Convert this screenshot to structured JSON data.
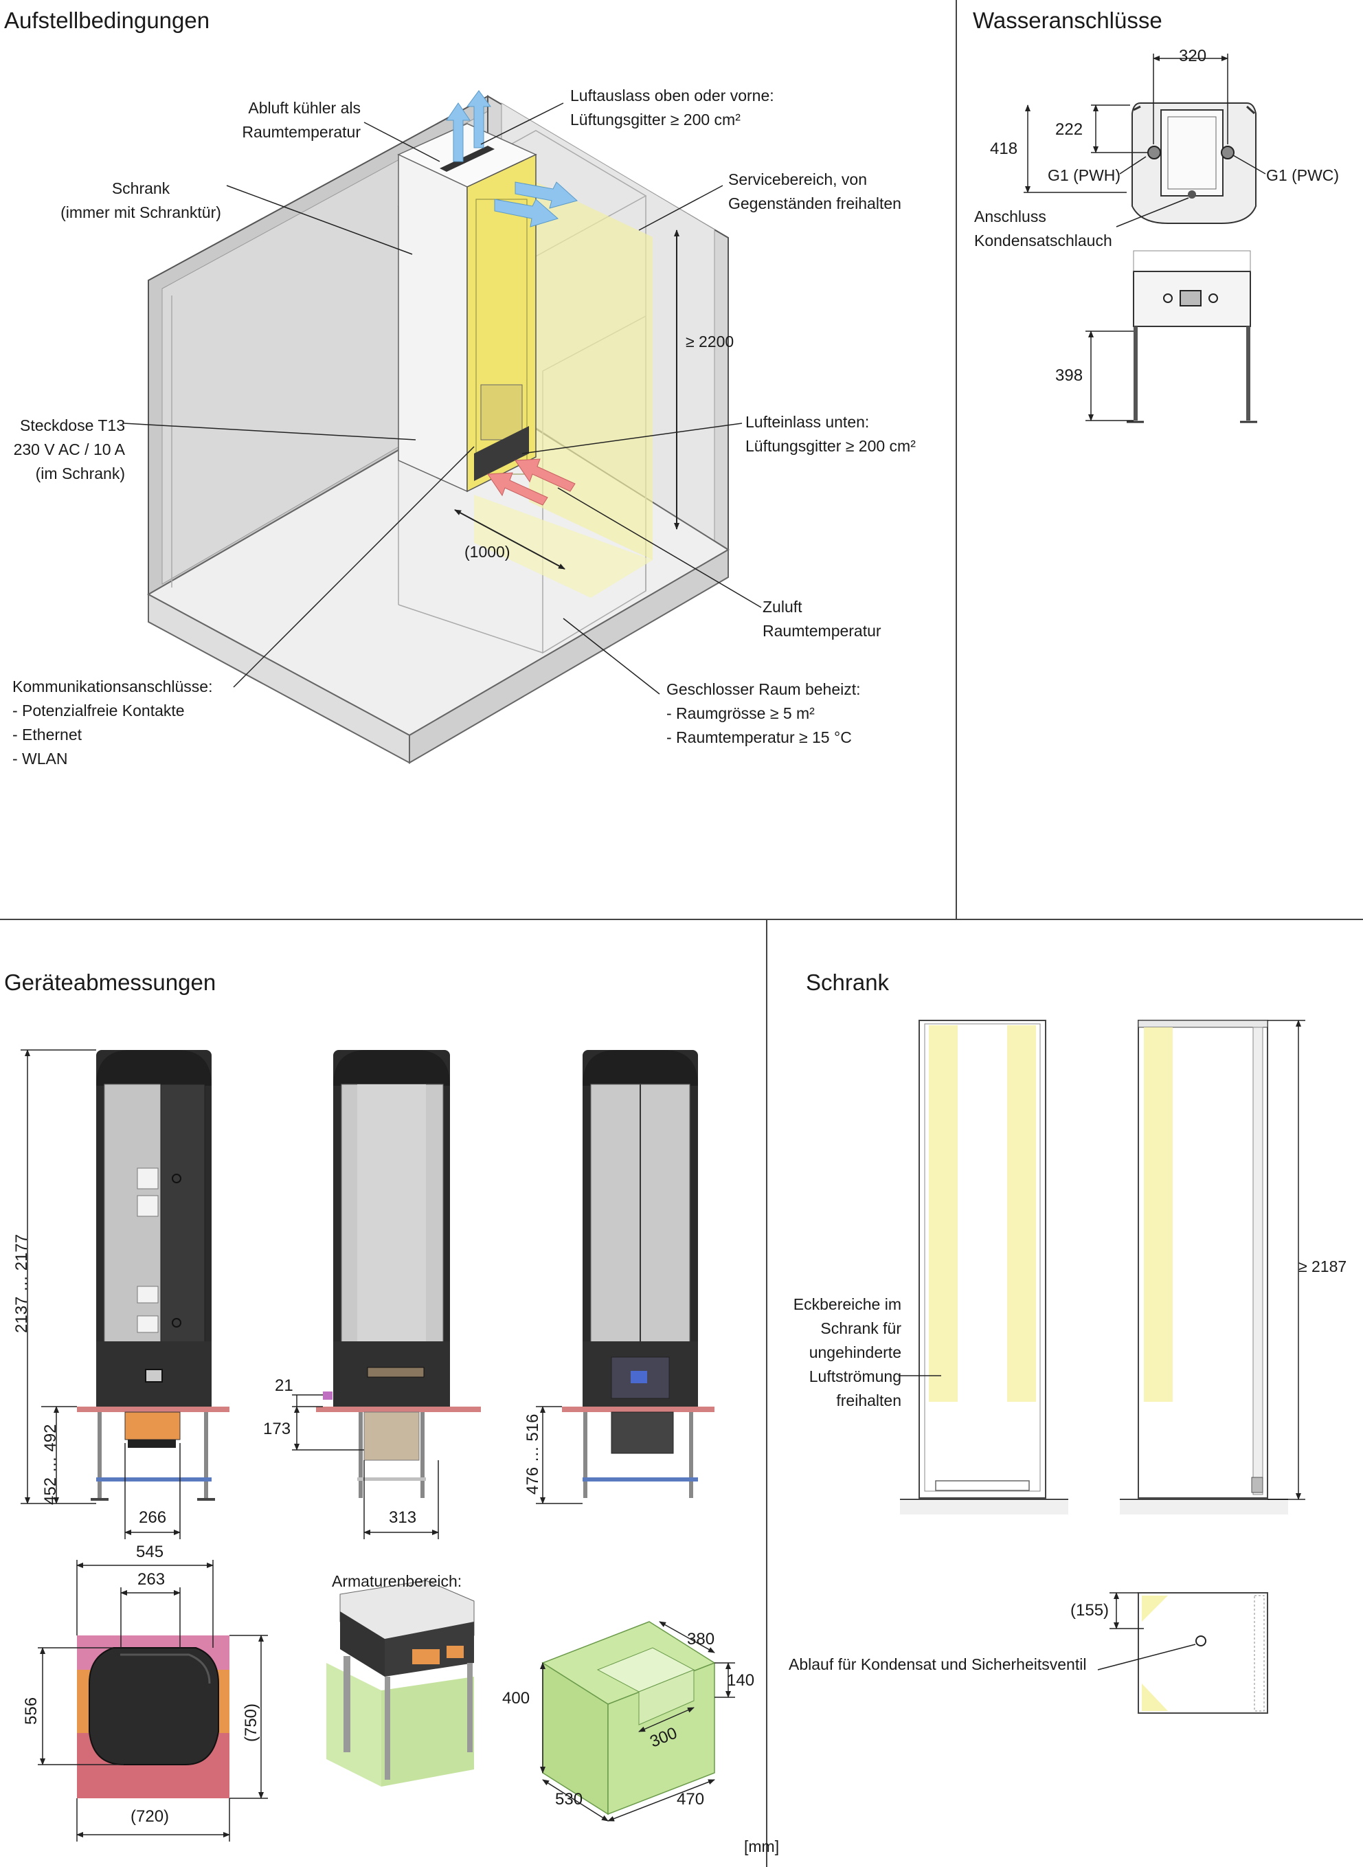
{
  "sections": {
    "setup_title": "Aufstellbedingungen",
    "water_title": "Wasseranschlüsse",
    "dims_title": "Geräteabmessungen",
    "cabinet_title": "Schrank"
  },
  "setup": {
    "exhaust": "Abluft kühler als\nRaumtemperatur",
    "outlet": "Luftauslass oben oder vorne:\nLüftungsgitter ≥ 200 cm²",
    "cabinet": "Schrank\n(immer mit Schranktür)",
    "service": "Servicebereich, von\nGegenständen freihalten",
    "height": "≥ 2200",
    "socket": "Steckdose T13\n230 V AC / 10 A\n(im Schrank)",
    "inlet": "Lufteinlass unten:\nLüftungsgitter ≥ 200 cm²",
    "depth": "(1000)",
    "supply": "Zuluft\nRaumtemperatur",
    "comm": "Kommunikationsanschlüsse:\n- Potenzialfreie Kontakte\n- Ethernet\n- WLAN",
    "room": "Geschlosser Raum beheizt:\n- Raumgrösse ≥ 5 m²\n- Raumtemperatur ≥ 15 °C"
  },
  "water": {
    "dim_320": "320",
    "dim_222": "222",
    "dim_418": "418",
    "g1_pwh": "G1 (PWH)",
    "g1_pwc": "G1 (PWC)",
    "condensate": "Anschluss\nKondensatschlauch",
    "dim_398": "398"
  },
  "dims": {
    "height": "2137 … 2177",
    "left_low": "452 … 492",
    "w266": "266",
    "d21": "21",
    "d173": "173",
    "w313": "313",
    "right_low": "476 … 516",
    "w545": "545",
    "w263": "263",
    "h556": "556",
    "h750": "(750)",
    "w720": "(720)",
    "fittings_title": "Armaturenbereich:",
    "f380": "380",
    "f140": "140",
    "f400": "400",
    "f300": "300",
    "f530": "530",
    "f470": "470"
  },
  "cabinet": {
    "corner_note": "Eckbereiche im\nSchrank für\nungehinderte\nLuftströmung\nfreihalten",
    "height": "≥ 2187",
    "d155": "(155)",
    "drain": "Ablauf für Kondensat und Sicherheitsventil"
  },
  "unit": "[mm]",
  "colors": {
    "yellow_zone": "#f2f0a0",
    "green_zone": "#cbe8a4",
    "pink_zone": "#d46c78",
    "orange_zone": "#e8964c",
    "air_blue": "#8fc4ee",
    "air_red": "#f08c8c",
    "device_dark": "#2b2b2b"
  }
}
